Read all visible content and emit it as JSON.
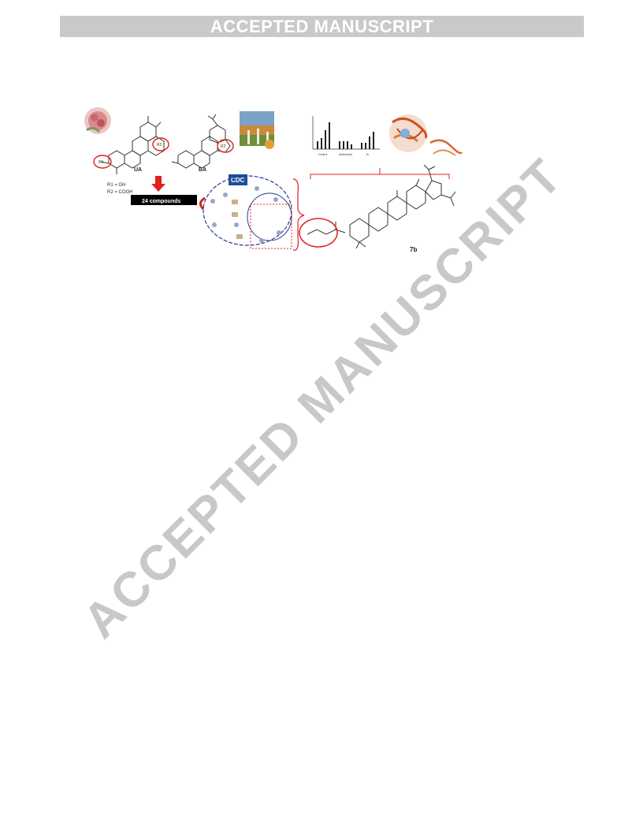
{
  "header": {
    "banner_text": "ACCEPTED MANUSCRIPT"
  },
  "watermark": {
    "text": "ACCEPTED MANUSCRIPT"
  },
  "graphical_abstract": {
    "compound_ua_label": "UA",
    "compound_ba_label": "BA",
    "r1_definition": "R1 = OH",
    "r2_definition": "R2 = COOH",
    "r1_symbol": "R1",
    "r2_symbol": "R2",
    "compound_count_label": "24 compounds",
    "cdc_logo_text": "CDC",
    "lead_compound_label": "7b",
    "chart_group_labels": [
      "Control",
      "Artemisinin",
      "7b"
    ]
  },
  "colors": {
    "banner_bg": "#c9c9c9",
    "watermark": "#c8c8c8",
    "accent_red": "#e0201b",
    "cycle_blue": "#2b3a8f",
    "cdc_blue": "#1d4f9a"
  }
}
